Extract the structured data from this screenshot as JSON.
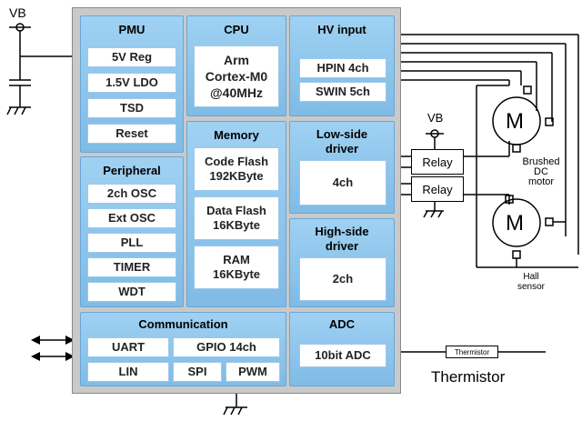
{
  "vb_label": "VB",
  "pmu": {
    "title": "PMU",
    "items": [
      "5V Reg",
      "1.5V  LDO",
      "TSD",
      "Reset"
    ]
  },
  "cpu": {
    "title": "CPU",
    "core": "Arm\nCortex-M0\n@40MHz"
  },
  "hv": {
    "title": "HV input",
    "items": [
      "HPIN 4ch",
      "SWIN 5ch"
    ]
  },
  "peripheral": {
    "title": "Peripheral",
    "items": [
      "2ch OSC",
      "Ext OSC",
      "PLL",
      "TIMER",
      "WDT"
    ]
  },
  "memory": {
    "title": "Memory",
    "items": [
      "Code Flash\n192KByte",
      "Data Flash\n16KByte",
      "RAM\n16KByte"
    ]
  },
  "lowside": {
    "title": "Low-side\ndriver",
    "value": "4ch"
  },
  "highside": {
    "title": "High-side\ndriver",
    "value": "2ch"
  },
  "communication": {
    "title": "Communication",
    "items": [
      "UART",
      "GPIO 14ch",
      "LIN",
      "SPI",
      "PWM"
    ]
  },
  "adc": {
    "title": "ADC",
    "value": "10bit ADC"
  },
  "external": {
    "relay_vb": "VB",
    "relay1": "Relay",
    "relay2": "Relay",
    "motor1_symbol": "M",
    "motor2_symbol": "M",
    "motor_caption": "Brushed\nDC\nmotor",
    "hall_caption": "Hall\nsensor",
    "thermistor_box": "Thermistor",
    "thermistor_caption": "Thermistor"
  }
}
